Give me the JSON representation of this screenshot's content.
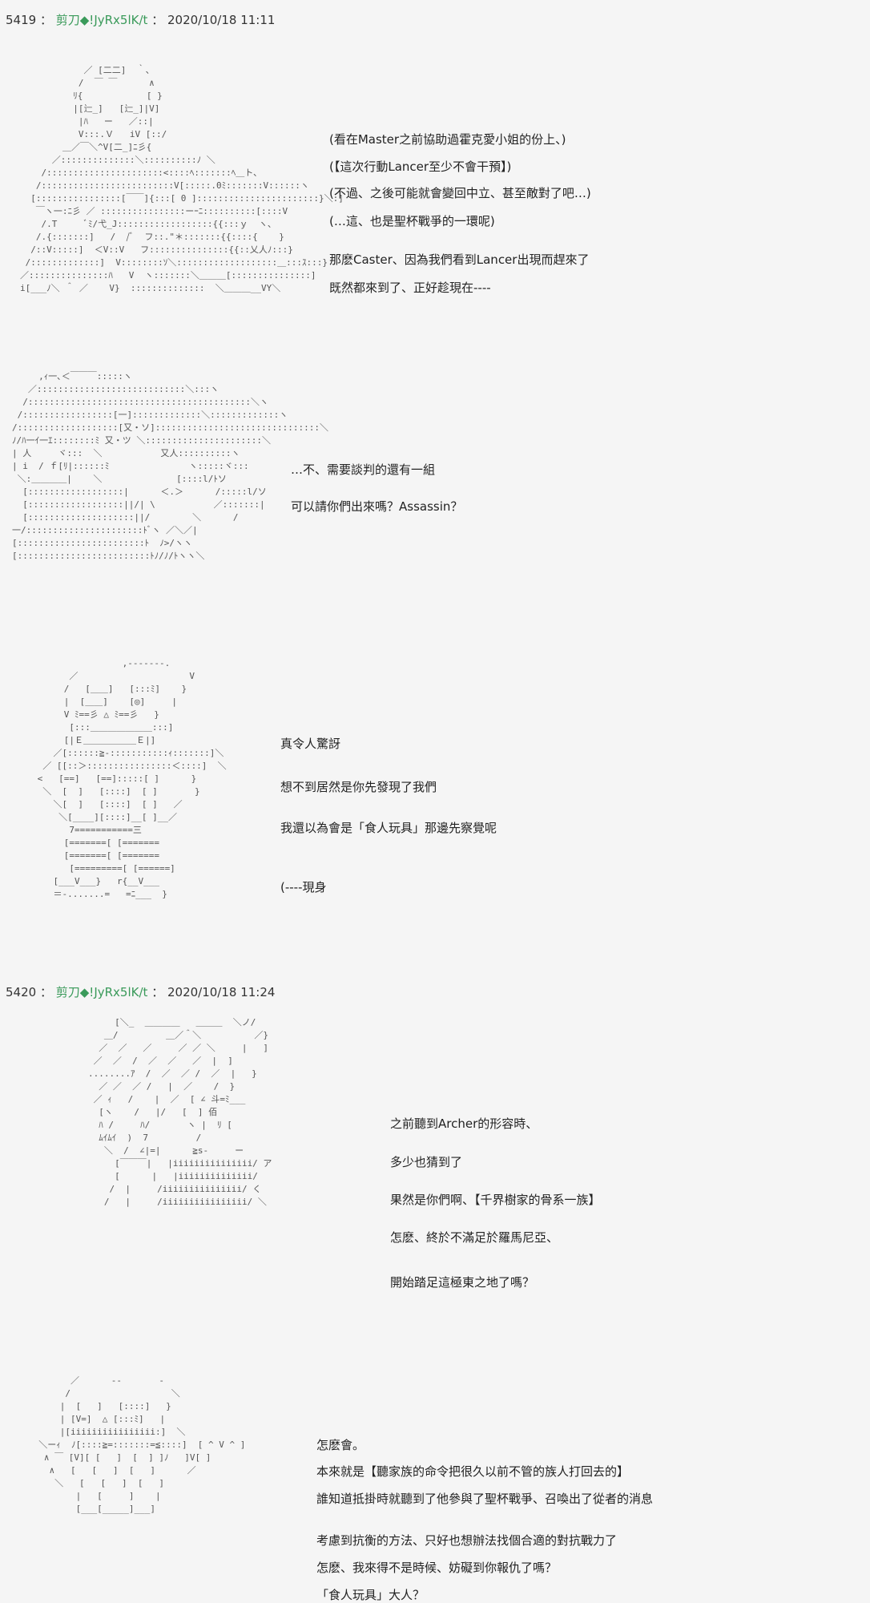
{
  "posts": [
    {
      "number": "5419",
      "sep1": "：",
      "name": "剪刀◆!JyRx5lK/t",
      "sep2": "：",
      "timestamp": "2020/10/18 11:11",
      "blocks": [
        {
          "lines": [
            "(看在Master之前協助過霍克愛小姐的份上、)",
            "(【這次行動Lancer至少不會干預】)",
            "(不過、之後可能就會變回中立、甚至敵對了吧…)",
            "(…這、也是聖杯戰爭的一環呢)",
            "那麽Caster、因為我們看到Lancer出現而趕來了",
            "既然都來到了、正好趁現在----"
          ]
        },
        {
          "lines": [
            "…不、需要談判的還有一組",
            "可以請你們出來嗎？Assassin？"
          ]
        },
        {
          "lines": [
            "真令人驚訝",
            "想不到居然是你先發現了我們",
            "我還以為會是「食人玩具」那邊先察覺呢",
            "(----現身"
          ]
        }
      ]
    },
    {
      "number": "5420",
      "sep1": "：",
      "name": "剪刀◆!JyRx5lK/t",
      "sep2": "：",
      "timestamp": "2020/10/18 11:24",
      "blocks": [
        {
          "lines": [
            "之前聽到Archer的形容時、",
            "多少也猜到了",
            "果然是你們啊、【千界樹家的骨系一族】",
            "怎麽、終於不滿足於羅馬尼亞、",
            "開始踏足這極東之地了嗎？"
          ]
        },
        {
          "lines": [
            "怎麽會。",
            "本來就是【聽家族的命令把很久以前不管的族人打回去的】",
            "誰知道抵掛時就聽到了他參與了聖杯戰爭、召喚出了從者的消息",
            "考慮到抗衡的方法、只好也想辦法找個合適的對抗戰力了",
            "怎麽、我來得不是時候、妨礙到你報仇了嗎？",
            "「食人玩具」大人？"
          ]
        }
      ]
    }
  ],
  "art": [
    "            ／ [二二]  ｀、\n           /  ￣ ￣      ∧\n          ﾘ{            [ }\n          |[辷_]   [辷_]|V]\n           |ﾊ   ー   ／::|\n           V:::.Ｖ   iV [::/\n        ＿／￣＼^V[二_]ﾆ彡{\n      ／::::::::::::::＼::::::::::ﾉ ＼\n    /::::::::::::::::::::::<::::ﾍ:::::::ﾍ＿ト、\n   /:::::::::::::::::::::::::V[:::::.0ﾐ:::::::V::::::ヽ\n  [::::::::::::::::[￣￣]{:::[ 0 ]:::::::::::::::::::::::}＼:]\n   ￣ヽ一:ﾆ彡 ／ ::::::::::::::::ーｰﾆ::::::::::[::::V\n    /.T     ﾞﾐ/弋_J::::::::::::::::::{{:::ｙ  ヽ、\n   /.{:::::::]   /  /ﾞ  フ::.\"＊:::::::{{::::{    }\n  /::V:::::]  ＜V::V   フ:::::::::::::::{{::乂人ﾉ:::}\n /:::::::::::::]  V::::::::ｿ＼:::::::::::::::::::＿:::ｽ:::}\n／:::::::::::::::ﾊ   V  ヽ:::::::＼＿＿＿[:::::::::::::::]\ni[___ﾉ＼ ＾ ／    V}  ::::::::::::::  ＼＿＿＿__VY＼",
    "     ,ｨ一､＜￣￣￣:::::ヽ\n   ／::::::::::::::::::::::::::::＼:::ヽ\n  /::::::::::::::::::::::::::::::::::::::::::＼ヽ\n /:::::::::::::::::[一]:::::::::::::＼:::::::::::::ヽ\n/:::::::::::::::::::[又・ソ]:::::::::::::::::::::::::::::::＼\nﾉ/ﾊ一ｲ一ｴ::::::::ﾐ 又・ツ ＼::::::::::::::::::::::＼\n| 人     ヾ:::  ＼           又人::::::::::ヽ\n| i  / ｆ[ﾘ|::::::ﾐ               ヽ:::::ヾ:::\n ＼:＿＿＿＿|    ＼              [::::l/ﾄソ\n  [::::::::::::::::::|      ＜.＞      /:::::l/ソ\n  [::::::::::::::::::||/| \\           ／:::::::|\n  [::::::::::::::::::::||/        ＼      /\n一/::::::::::::::::::::::ﾄﾞヽ ／＼／|\n[::::::::::::::::::::::::ﾄ  ﾉ>/ヽヽ\n[:::::::::::::::::::::::::ﾄﾉ/ﾉ/ﾄヽヽ＼",
    "                 ,-------.\n       ／                     V\n      /   [＿＿]   [:::ﾐ]    }\n      |  [＿＿]    [◎]     |\n      V ﾐ==彡 △ ﾐ==彡   }\n       [:::＿＿＿＿＿＿＿:::]\n      [|Ｅ＿＿＿＿＿＿Ｅ|]\n    ／[::::::≧-:::::::::::ｨ:::::::]＼\n  ／ [[::＞::::::::::::::::＜::::]  ＼\n <   [==]   [==]:::::[ ]      }\n  ＼  [  ]   [::::]  [ ]       }\n    ＼[  ]   [::::]  [ ]   ／\n     ＼[____][::::]__[ ]__／\n       7===========三\n      [=======[ [=======\n      [=======[ [=======\n       [=========[ [======]\n    [___V___}   r{__V___\n    ＝-.......=   =ﾆ___  }",
    "     [＼_  ＿＿＿＿   ＿＿＿  ＼ノ/\n   ＿/         ＿／＾＼          ／}\n  ／  ／   ／     ／ ／ ＼     |   ]\n ／  ／  /  ／  ／   ／  |  ]\n........ｱ  /  ／  ／ /  ／  |   }\n  ／ ／  ／ /   |  ／    /  }\n ／ ｨ   /    |  ／  [ ∠ 斗=ﾐ___\n  [ヽ    /   |/   [  ] 佰\n  ﾊ /     ﾊ/       ヽ |  ﾘ [\n  ﾑｲﾑｲ  )  7         /\n   ＼  /  ∠|=|      ≧s-     ー\n     [￣￣￣|   |iiiiiiiiiiiiiii/ ア\n     [      |   |iiiiiiiiiiiiii/\n    /  |     /iiiiiiiiiiiiiii/ く\n   /   |     /iiiiiiiiiiiiiiii/ ＼",
    "        ／      --       -\n       /                   ＼\n      |  [   ]   [::::]   }\n      | [V=]  △ [:::ﾐ]   |\n      |[iiiiiiiiiiiiiiii:]  ＼\n  ＼ーｨ  ﾉ[::::≧=:::::::=≦::::]  [ ^ V ^ ]\n   ∧ ￣ [V][ [   ]  [  ] ]ﾉ   ]V[ ]\n    ∧   [   [   ]  [   ]      ／\n     ＼   [   [   ]  [   ]\n         |   [     ]    |\n         [___[_____]___]"
  ]
}
